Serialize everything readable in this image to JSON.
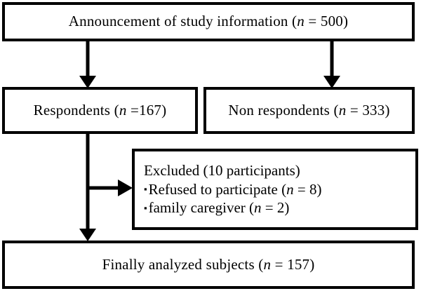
{
  "diagram": {
    "type": "flowchart",
    "title_present": false,
    "colors": {
      "background": "#ffffff",
      "stroke": "#000000",
      "text": "#000000"
    },
    "nodes": {
      "announcement": {
        "id": "announcement",
        "text": "Announcement of  study information (n = 500)",
        "count": 500
      },
      "respondents": {
        "id": "respondents",
        "text": "Respondents (n =167)",
        "count": 167
      },
      "non_respondents": {
        "id": "non_respondents",
        "text": "Non respondents (n = 333)",
        "count": 333
      },
      "excluded": {
        "id": "excluded",
        "heading": "Excluded (10 participants)",
        "count": 10,
        "bullet_glyph": "▪",
        "items": [
          {
            "text": "Refused to participate (n = 8)",
            "count": 8
          },
          {
            "text": "family caregiver (n = 2)",
            "count": 2
          }
        ]
      },
      "final": {
        "id": "final",
        "text": "Finally analyzed subjects (n = 157)",
        "count": 157
      }
    },
    "edges": [
      {
        "from": "announcement",
        "to": "respondents",
        "direction": "down"
      },
      {
        "from": "announcement",
        "to": "non_respondents",
        "direction": "down"
      },
      {
        "from": "respondents",
        "to": "excluded",
        "direction": "right"
      },
      {
        "from": "respondents",
        "to": "final",
        "direction": "down"
      }
    ]
  }
}
